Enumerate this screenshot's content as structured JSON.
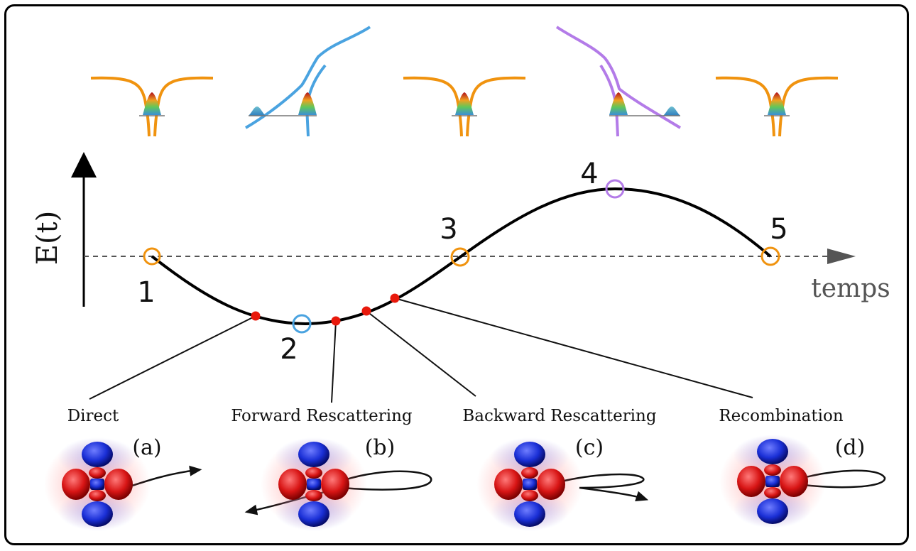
{
  "axis": {
    "y_label": "E(t)",
    "x_label": "temps"
  },
  "points": [
    "1",
    "2",
    "3",
    "4",
    "5"
  ],
  "processes": [
    {
      "name": "Direct",
      "panel": "(a)"
    },
    {
      "name": "Forward Rescattering",
      "panel": "(b)"
    },
    {
      "name": "Backward Rescattering",
      "panel": "(c)"
    },
    {
      "name": "Recombination",
      "panel": "(d)"
    }
  ],
  "colors": {
    "potential_neutral": "#f0930f",
    "potential_point2": "#4aa3e0",
    "potential_point4": "#b37be8",
    "event_dot": "#e8190c",
    "orbital_red": "#d81515",
    "orbital_blue": "#1a2fd6",
    "curve": "#000000",
    "dashed_axis": "#555555"
  }
}
